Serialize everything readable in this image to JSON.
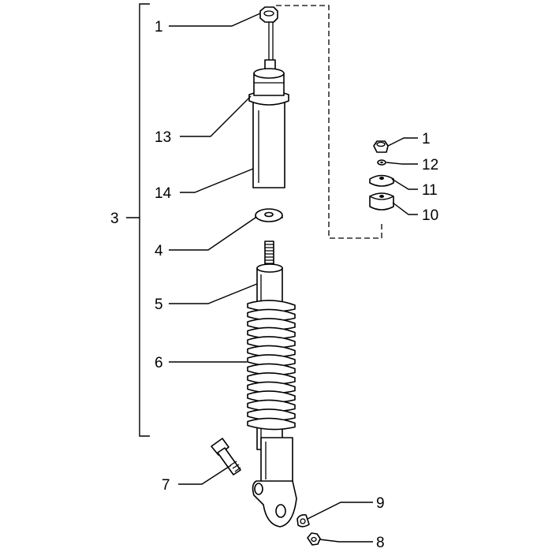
{
  "callouts": {
    "c1": "1",
    "c1b": "1",
    "c3": "3",
    "c4": "4",
    "c5": "5",
    "c6": "6",
    "c7": "7",
    "c8": "8",
    "c9": "9",
    "c10": "10",
    "c11": "11",
    "c12": "12",
    "c13": "13",
    "c14": "14"
  }
}
